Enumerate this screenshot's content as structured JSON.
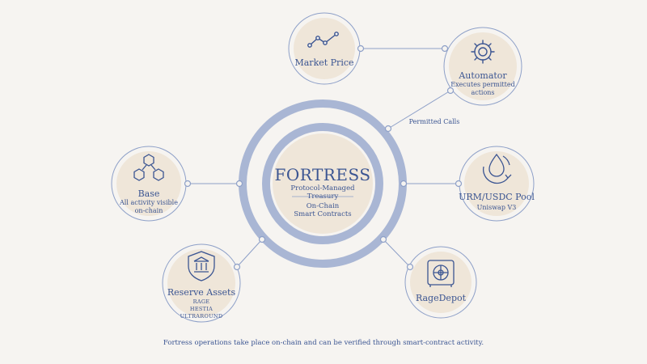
{
  "center": {
    "title": "FORTRESS",
    "subtitle": "Protocol-Managed Treasury",
    "note_line1": "On-Chain",
    "note_line2": "Smart Contracts"
  },
  "nodes": {
    "market_price": {
      "title": "Market Price",
      "icon": "line-chart-icon"
    },
    "automator": {
      "title": "Automator",
      "desc_line1": "Executes permitted",
      "desc_line2": "actions",
      "icon": "gear-icon"
    },
    "base": {
      "title": "Base",
      "desc_line1": "All activity visible",
      "desc_line2": "on-chain",
      "icon": "hexagon-network-icon"
    },
    "pool": {
      "title": "URM/USDC Pool",
      "desc": "Uniswap V3",
      "icon": "water-drop-cycle-icon"
    },
    "reserve": {
      "title": "Reserve Assets",
      "assets": [
        "RAGE",
        "HESTIA",
        "ULTRAROUND"
      ],
      "icon": "bank-shield-icon"
    },
    "ragedepot": {
      "title": "RageDepot",
      "icon": "vault-icon"
    }
  },
  "edge_label": "Permitted Calls",
  "footer": "Fortress operations take place on-chain and can be verified through smart-contract activity.",
  "colors": {
    "accent": "#3b5592",
    "ring": "#a9b6d4",
    "node_fill": "#efe6d9",
    "background": "#f6f4f1"
  }
}
